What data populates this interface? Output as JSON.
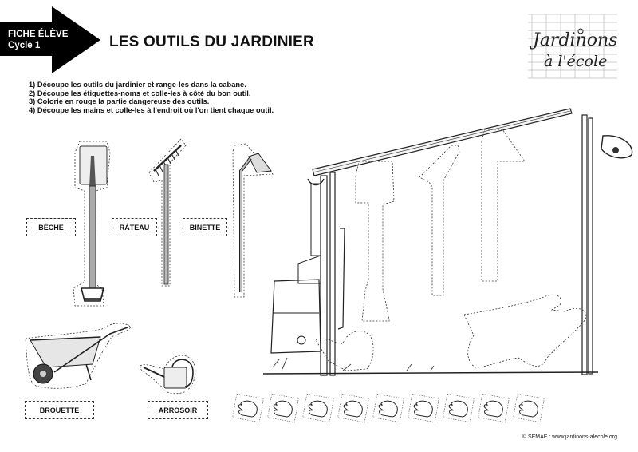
{
  "header": {
    "badge_line1": "FICHE ÉLÈVE",
    "badge_line2": "Cycle 1",
    "title": "LES OUTILS DU JARDINIER"
  },
  "logo": {
    "line1": "Jardinons",
    "line2": "à l'école"
  },
  "instructions": [
    "1) Découpe les outils du jardinier et range-les dans la cabane.",
    "2) Découpe les étiquettes-noms et colle-les à côté du bon outil.",
    "3) Colorie en rouge la partie dangereuse des outils.",
    "4) Découpe les mains et colle-les à l'endroit où l'on tient chaque outil."
  ],
  "labels": {
    "beche": "BÊCHE",
    "rateau": "RÂTEAU",
    "binette": "BINETTE",
    "brouette": "BROUETTE",
    "arrosoir": "ARROSOIR"
  },
  "tools": [
    {
      "name": "beche",
      "icon": "spade-icon"
    },
    {
      "name": "rateau",
      "icon": "rake-icon"
    },
    {
      "name": "binette",
      "icon": "hoe-icon"
    },
    {
      "name": "brouette",
      "icon": "wheelbarrow-icon"
    },
    {
      "name": "arrosoir",
      "icon": "watering-can-icon"
    }
  ],
  "hands": {
    "count": 9,
    "icon": "hand-icon"
  },
  "footer": "© SEMAE : www.jardinons-alecole.org"
}
